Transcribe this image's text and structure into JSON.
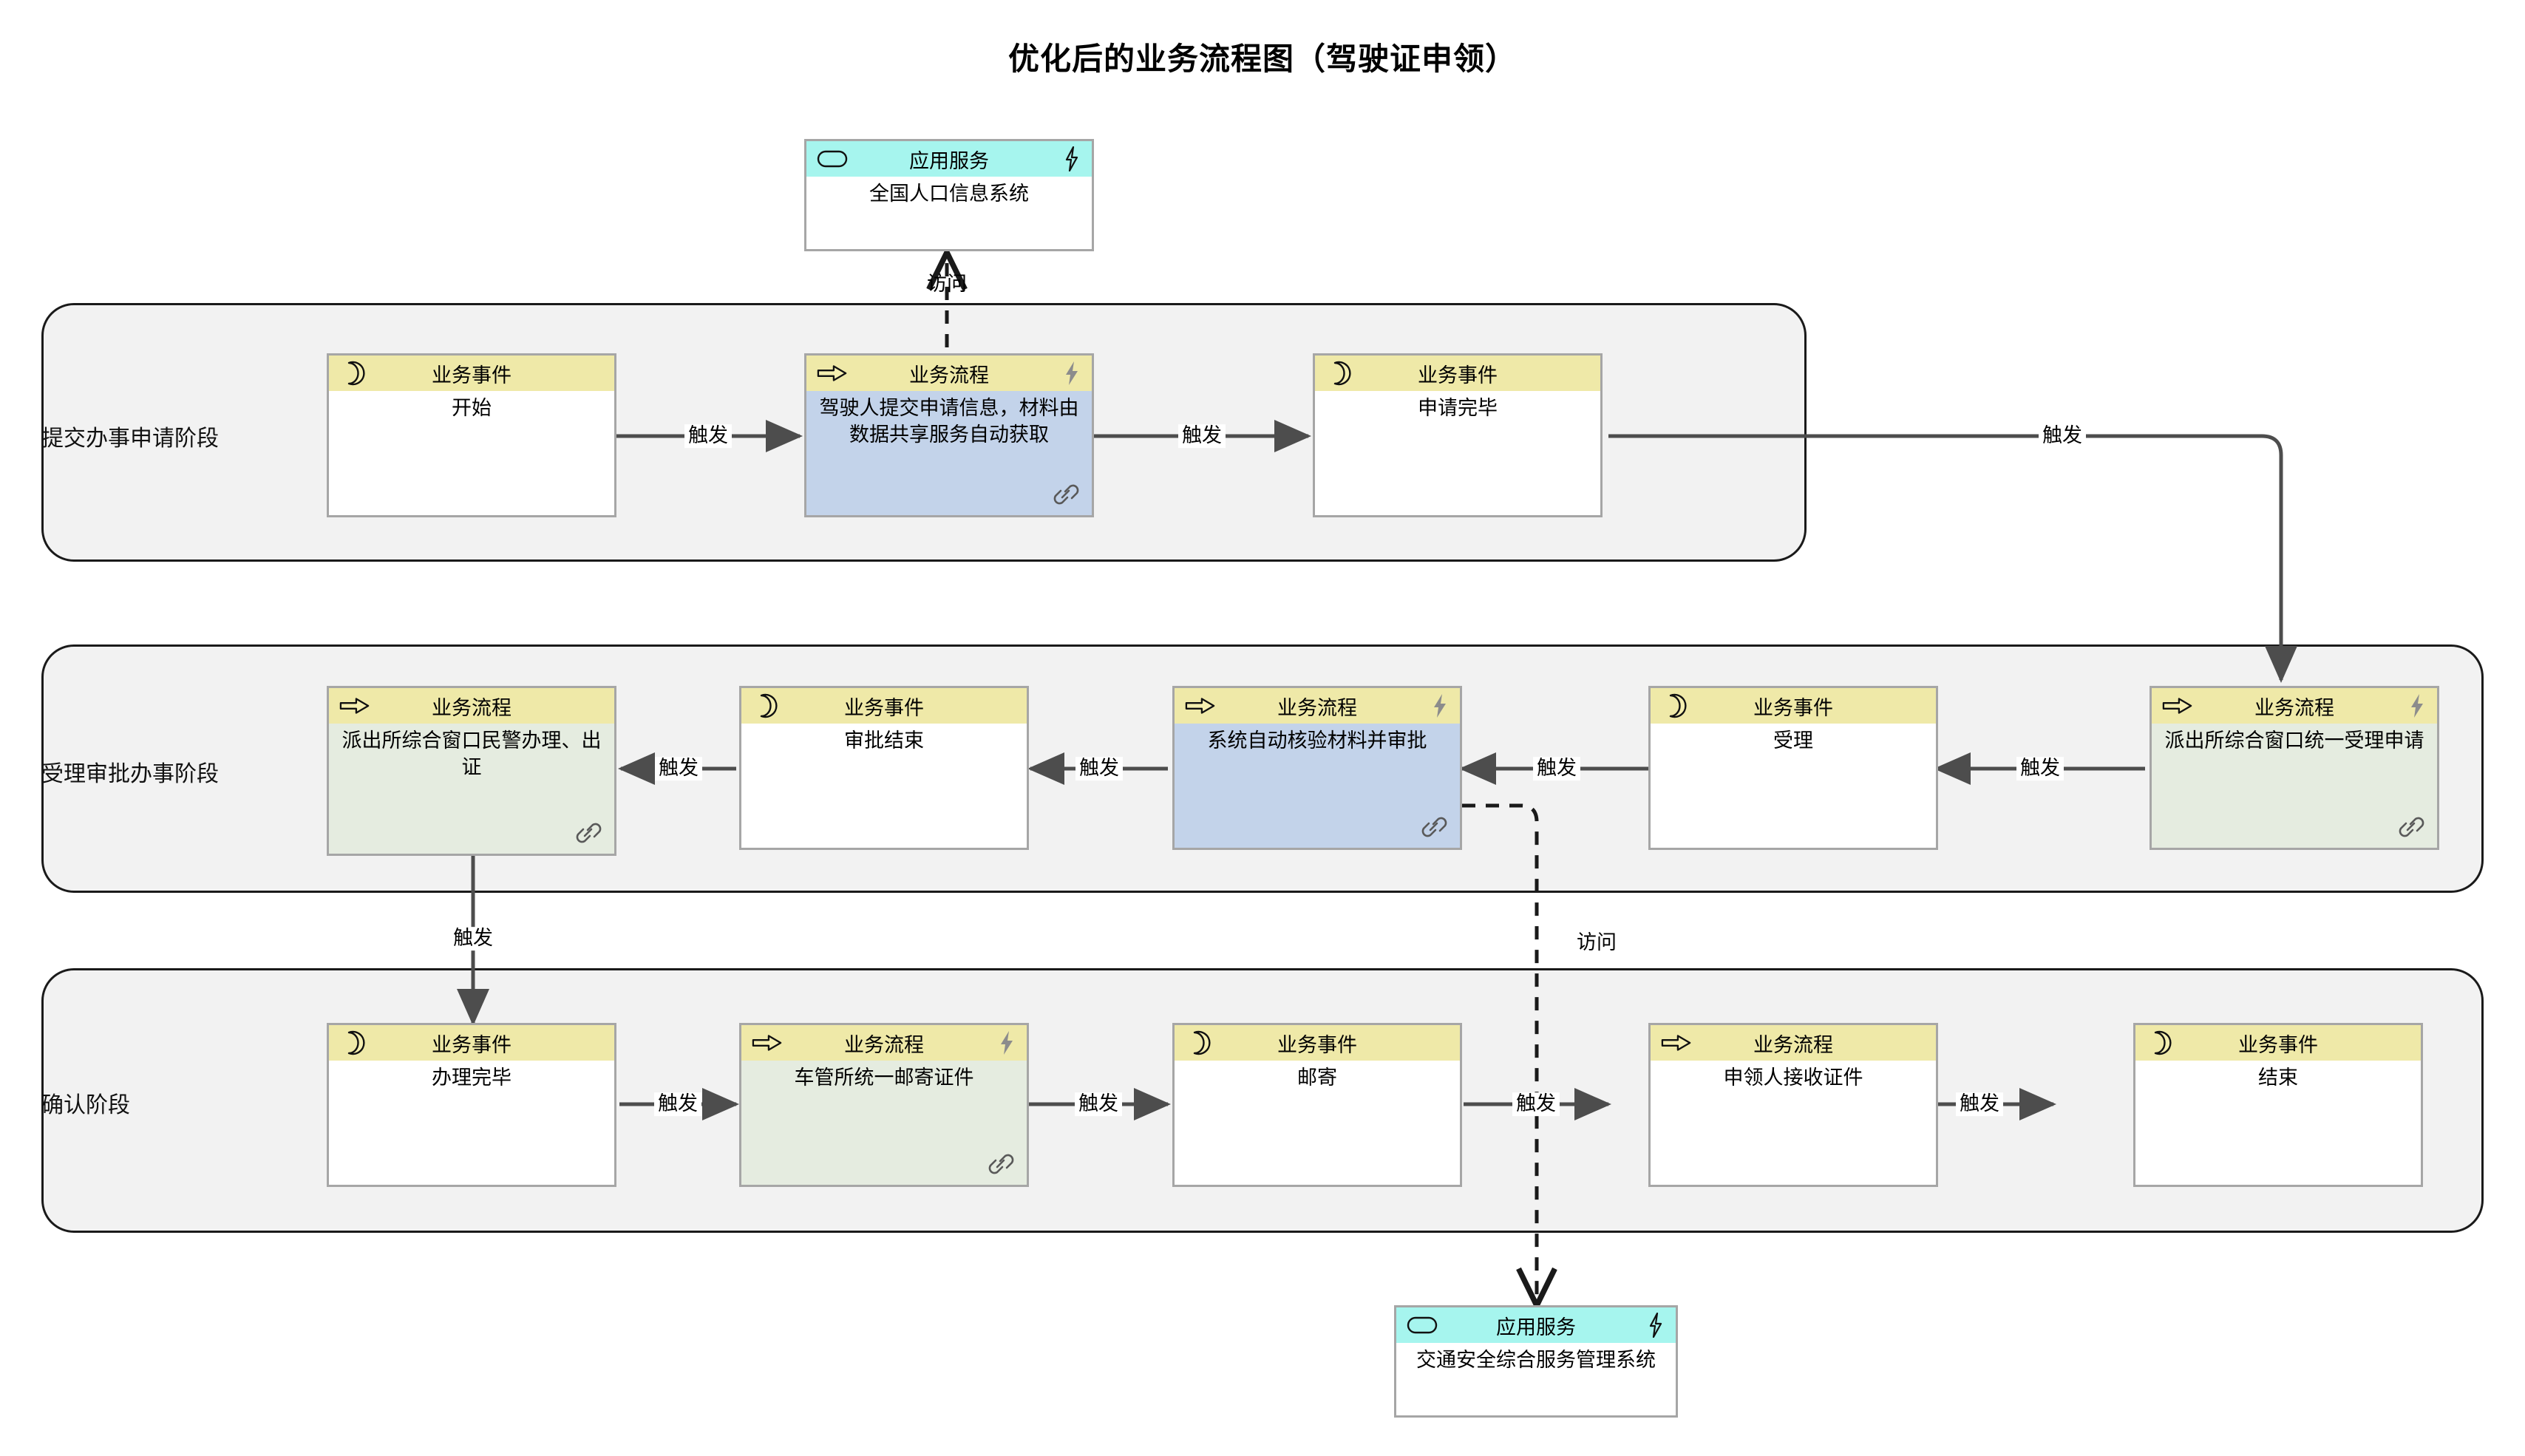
{
  "title": "优化后的业务流程图（驾驶证申领）",
  "stereotypes": {
    "business_event": "业务事件",
    "business_process": "业务流程",
    "application_service": "应用服务"
  },
  "edge_labels": {
    "trigger": "触发",
    "access": "访问"
  },
  "icons": {
    "event": "crescent-moon-icon",
    "process": "right-arrow-icon",
    "service": "rounded-rect-icon",
    "automated": "lightning-bolt-icon",
    "linked": "chain-link-icon"
  },
  "phases": [
    {
      "id": "phase-submit",
      "label": "提交办事申请阶段"
    },
    {
      "id": "phase-accept",
      "label": "受理审批办事阶段"
    },
    {
      "id": "phase-confirm",
      "label": "确认阶段"
    }
  ],
  "nodes": [
    {
      "id": "svc-population",
      "kind": "application_service",
      "stereotype": "应用服务",
      "name": "全国人口信息系统",
      "lightning": true,
      "link": false
    },
    {
      "id": "evt-start",
      "kind": "business_event",
      "stereotype": "业务事件",
      "name": "开始",
      "lightning": false,
      "link": false
    },
    {
      "id": "prc-submit",
      "kind": "business_process",
      "stereotype": "业务流程",
      "name": "驾驶人提交申请信息，材料由数据共享服务自动获取",
      "lightning": true,
      "link": true
    },
    {
      "id": "evt-applied",
      "kind": "business_event",
      "stereotype": "业务事件",
      "name": "申请完毕",
      "lightning": false,
      "link": false
    },
    {
      "id": "prc-station-unified",
      "kind": "business_process",
      "stereotype": "业务流程",
      "name": "派出所综合窗口统一受理申请",
      "lightning": true,
      "link": true
    },
    {
      "id": "evt-accept",
      "kind": "business_event",
      "stereotype": "业务事件",
      "name": "受理",
      "lightning": false,
      "link": false
    },
    {
      "id": "prc-auto-verify",
      "kind": "business_process",
      "stereotype": "业务流程",
      "name": "系统自动核验材料并审批",
      "lightning": true,
      "link": true
    },
    {
      "id": "evt-approve-end",
      "kind": "business_event",
      "stereotype": "业务事件",
      "name": "审批结束",
      "lightning": false,
      "link": false
    },
    {
      "id": "prc-station-issue",
      "kind": "business_process",
      "stereotype": "业务流程",
      "name": "派出所综合窗口民警办理、出证",
      "lightning": false,
      "link": true
    },
    {
      "id": "evt-done",
      "kind": "business_event",
      "stereotype": "业务事件",
      "name": "办理完毕",
      "lightning": false,
      "link": false
    },
    {
      "id": "prc-mail",
      "kind": "business_process",
      "stereotype": "业务流程",
      "name": "车管所统一邮寄证件",
      "lightning": true,
      "link": true
    },
    {
      "id": "evt-mailed",
      "kind": "business_event",
      "stereotype": "业务事件",
      "name": "邮寄",
      "lightning": false,
      "link": false
    },
    {
      "id": "prc-receive",
      "kind": "business_process",
      "stereotype": "业务流程",
      "name": "申领人接收证件",
      "lightning": false,
      "link": false
    },
    {
      "id": "evt-end",
      "kind": "business_event",
      "stereotype": "业务事件",
      "name": "结束",
      "lightning": false,
      "link": false
    },
    {
      "id": "svc-traffic",
      "kind": "application_service",
      "stereotype": "应用服务",
      "name": "交通安全综合服务管理系统",
      "lightning": true,
      "link": false
    }
  ],
  "edges": [
    {
      "from": "evt-start",
      "to": "prc-submit",
      "label": "触发",
      "style": "solid"
    },
    {
      "from": "prc-submit",
      "to": "evt-applied",
      "label": "触发",
      "style": "solid"
    },
    {
      "from": "evt-applied",
      "to": "prc-station-unified",
      "label": "触发",
      "style": "solid"
    },
    {
      "from": "prc-station-unified",
      "to": "evt-accept",
      "label": "触发",
      "style": "solid"
    },
    {
      "from": "evt-accept",
      "to": "prc-auto-verify",
      "label": "触发",
      "style": "solid"
    },
    {
      "from": "prc-auto-verify",
      "to": "evt-approve-end",
      "label": "触发",
      "style": "solid"
    },
    {
      "from": "evt-approve-end",
      "to": "prc-station-issue",
      "label": "触发",
      "style": "solid"
    },
    {
      "from": "prc-station-issue",
      "to": "evt-done",
      "label": "触发",
      "style": "solid"
    },
    {
      "from": "evt-done",
      "to": "prc-mail",
      "label": "触发",
      "style": "solid"
    },
    {
      "from": "prc-mail",
      "to": "evt-mailed",
      "label": "触发",
      "style": "solid"
    },
    {
      "from": "evt-mailed",
      "to": "prc-receive",
      "label": "触发",
      "style": "solid"
    },
    {
      "from": "prc-receive",
      "to": "evt-end",
      "label": "触发",
      "style": "solid"
    },
    {
      "from": "prc-submit",
      "to": "svc-population",
      "label": "访问",
      "style": "dashed"
    },
    {
      "from": "prc-auto-verify",
      "to": "svc-traffic",
      "label": "访问",
      "style": "dashed"
    }
  ]
}
